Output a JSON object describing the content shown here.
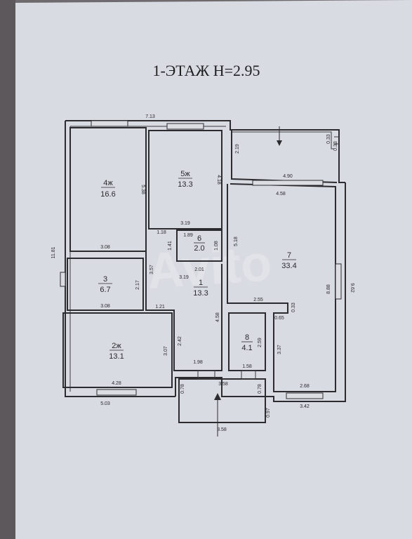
{
  "title": "1-ЭТАЖ  Н=2.95",
  "rooms": [
    {
      "number": "4ж",
      "area": "16.6"
    },
    {
      "number": "5ж",
      "area": "13.3"
    },
    {
      "number": "6",
      "area": "2.0"
    },
    {
      "number": "7",
      "area": "33.4"
    },
    {
      "number": "3",
      "area": "6.7"
    },
    {
      "number": "1",
      "area": "13.3"
    },
    {
      "number": "2ж",
      "area": "13.1"
    },
    {
      "number": "8",
      "area": "4.1"
    }
  ],
  "dimensions": {
    "top_total": "7.13",
    "left_total": "11.81",
    "right_total": "9.62",
    "bottom_left": "5.03",
    "bottom_right": "3.42",
    "porch_width": "3.58",
    "porch_outer_width": "3.58",
    "porch_depth": "0.97",
    "porch_left": "0.78",
    "porch_right": "0.78",
    "terrace_height": "2.19",
    "terrace_width": "4.90",
    "terrace_small_1": "0.33",
    "terrace_small_2": "0.33",
    "room7_top": "4.58",
    "room7_height": "8.88",
    "room7_left": "5.18",
    "room7_lower": "3.37",
    "room7_bottom": "2.68",
    "room7_step": "0.65",
    "room7_offset": "0.33",
    "corridor_width": "2.55",
    "room4_height": "5.38",
    "room4_width": "3.08",
    "room5_height": "4.18",
    "room5_width": "3.19",
    "room6_w1": "1.18",
    "room6_w2": "1.89",
    "room6_h1": "1.41",
    "room6_h2": "1.08",
    "hall_top": "2.01",
    "hall_width": "3.19",
    "hall_left": "3.57",
    "hall_right": "4.58",
    "hall_lower": "2.42",
    "hall_bottom": "1.98",
    "room3_width": "3.08",
    "room3_height": "2.17",
    "room3_gap": "1.21",
    "room2_height": "3.07",
    "room2_width": "4.28",
    "room8_height": "2.59",
    "room8_width": "1.58"
  },
  "watermark": "Avito"
}
